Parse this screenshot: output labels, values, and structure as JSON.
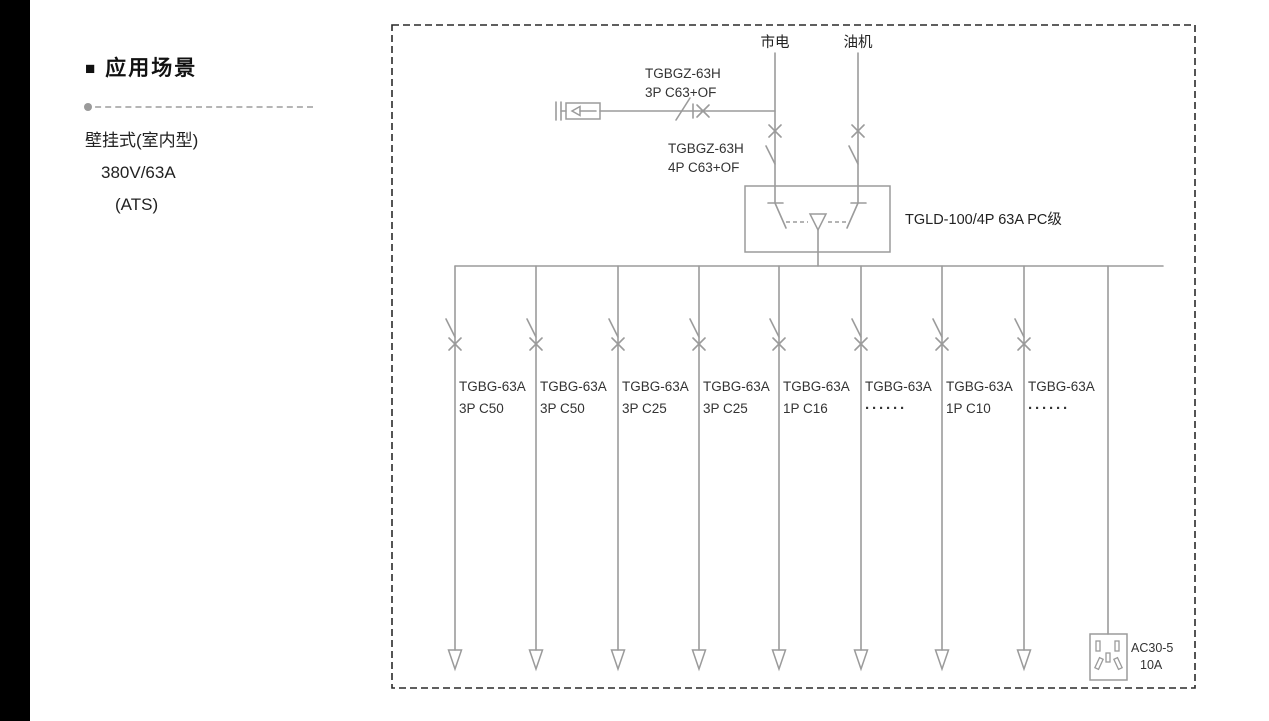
{
  "left_panel": {
    "bullet": "■",
    "heading": "应用场景",
    "lines": [
      "壁挂式(室内型)",
      "380V/63A",
      "(ATS)"
    ]
  },
  "diagram": {
    "mains": "市电",
    "generator": "油机",
    "branch_breaker": {
      "line1": "TGBGZ-63H",
      "line2": "3P C63+OF"
    },
    "main_breaker": {
      "line1": "TGBGZ-63H",
      "line2": "4P C63+OF"
    },
    "ats_label": "TGLD-100/4P 63A PC级",
    "feeders": [
      {
        "line1": "TGBG-63A",
        "line2": "3P C50"
      },
      {
        "line1": "TGBG-63A",
        "line2": "3P C50"
      },
      {
        "line1": "TGBG-63A",
        "line2": "3P C25"
      },
      {
        "line1": "TGBG-63A",
        "line2": "3P C25"
      },
      {
        "line1": "TGBG-63A",
        "line2": "1P C16"
      },
      {
        "line1": "TGBG-63A",
        "line2": "······"
      },
      {
        "line1": "TGBG-63A",
        "line2": "1P C10"
      },
      {
        "line1": "TGBG-63A",
        "line2": "······"
      }
    ],
    "socket": {
      "line1": "AC30-5",
      "line2": "10A"
    }
  }
}
